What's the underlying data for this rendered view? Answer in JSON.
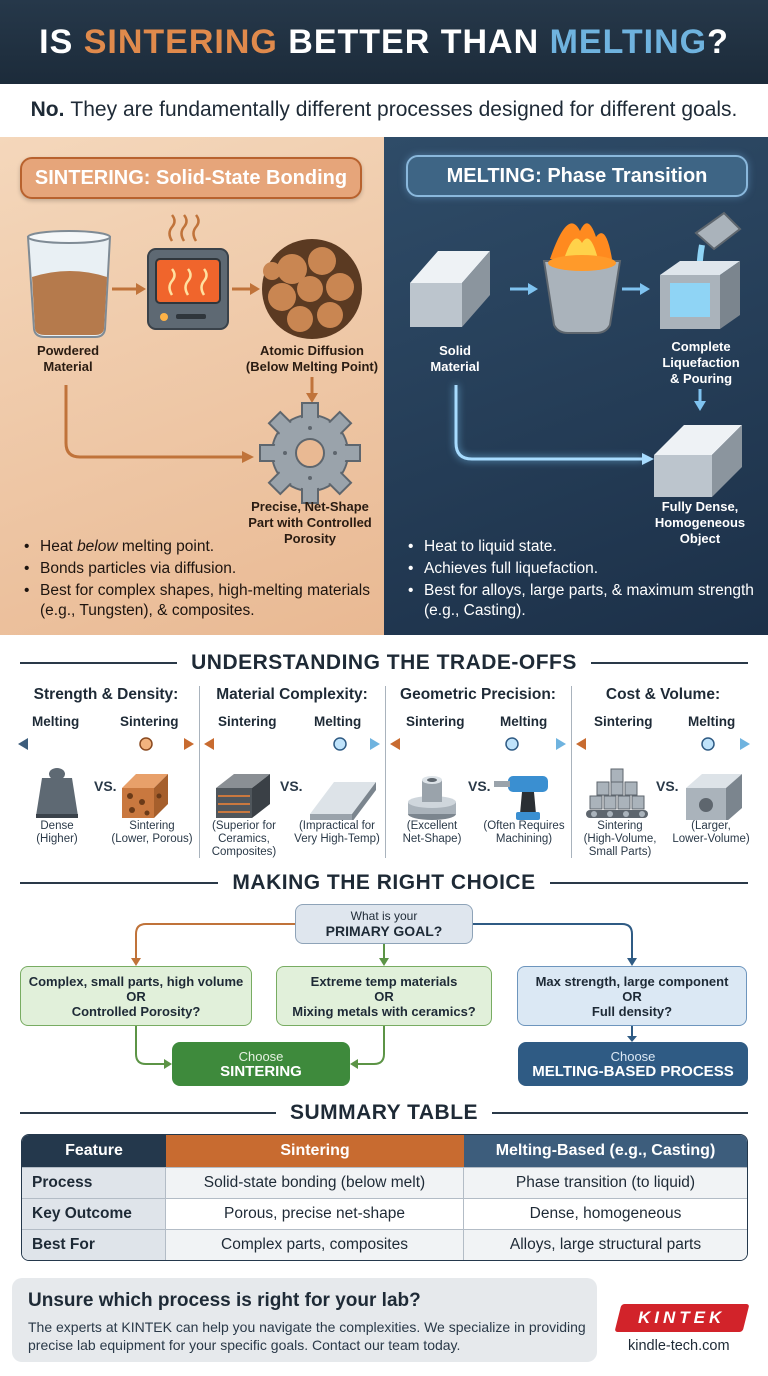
{
  "header": {
    "prefix": "IS ",
    "sintering": "SINTERING",
    "middle": " BETTER THAN ",
    "melting": "MELTING",
    "suffix": "?"
  },
  "answer": {
    "bold": "No.",
    "text": "They are fundamentally different processes designed for different goals."
  },
  "sintering_panel": {
    "title": "SINTERING: Solid-State Bonding",
    "labels": [
      "Powdered\nMaterial",
      "Atomic Diffusion\n(Below Melting Point)",
      "Precise, Net-Shape\nPart with Controlled\nPorosity"
    ],
    "bullets": [
      {
        "pre": "Heat ",
        "em": "below",
        "post": " melting point."
      },
      {
        "pre": "Bonds particles via diffusion.",
        "em": "",
        "post": ""
      },
      {
        "pre": "Best for complex shapes, high-melting materials (e.g., Tungsten), & composites.",
        "em": "",
        "post": ""
      }
    ]
  },
  "melting_panel": {
    "title": "MELTING: Phase Transition",
    "labels": [
      "Solid\nMaterial",
      "Complete\nLiquefaction\n& Pouring",
      "Fully Dense,\nHomogeneous\nObject"
    ],
    "bullets": [
      "Heat to liquid state.",
      "Achieves full liquefaction.",
      "Best for alloys, large parts, & maximum strength (e.g., Casting)."
    ]
  },
  "tradeoffs": {
    "heading": "UNDERSTANDING THE TRADE-OFFS",
    "vs": "VS.",
    "columns": [
      {
        "title": "Strength & Density:",
        "left": "Melting",
        "right": "Sintering",
        "cap_left": "Dense\n(Higher)",
        "cap_right": "Sintering\n(Lower, Porous)"
      },
      {
        "title": "Material Complexity:",
        "left": "Sintering",
        "right": "Melting",
        "cap_left": "(Superior for\nCeramics,\nComposites)",
        "cap_right": "(Impractical for\nVery High-Temp)"
      },
      {
        "title": "Geometric Precision:",
        "left": "Sintering",
        "right": "Melting",
        "cap_left": "(Excellent\nNet-Shape)",
        "cap_right": "(Often Requires\nMachining)"
      },
      {
        "title": "Cost & Volume:",
        "left": "Sintering",
        "right": "Melting",
        "cap_left": "Sintering\n(High-Volume,\nSmall Parts)",
        "cap_right": "(Larger,\nLower-Volume)"
      }
    ]
  },
  "choice": {
    "heading": "MAKING THE RIGHT CHOICE",
    "goal_small": "What is your",
    "goal_big": "PRIMARY GOAL?",
    "options": [
      "Complex, small parts, high volume\nOR\nControlled Porosity?",
      "Extreme temp materials\nOR\nMixing metals with ceramics?",
      "Max strength, large component\nOR\nFull density?"
    ],
    "choose": "Choose",
    "result_sintering": "SINTERING",
    "result_melting": "MELTING-BASED PROCESS"
  },
  "summary": {
    "heading": "SUMMARY TABLE",
    "headers": [
      "Feature",
      "Sintering",
      "Melting-Based (e.g., Casting)"
    ],
    "rows": [
      [
        "Process",
        "Solid-state bonding (below melt)",
        "Phase transition (to liquid)"
      ],
      [
        "Key Outcome",
        "Porous, precise net-shape",
        "Dense, homogeneous"
      ],
      [
        "Best For",
        "Complex parts, composites",
        "Alloys, large structural parts"
      ]
    ]
  },
  "footer": {
    "question": "Unsure which process is right for your lab?",
    "text": "The experts at KINTEK can help you navigate the complexities. We specialize in providing precise lab equipment for your specific goals. Contact our team today.",
    "logo": "KINTEK",
    "site": "kindle-tech.com"
  },
  "colors": {
    "sintering_accent": "#c86b30",
    "melting_accent": "#3d5d7c",
    "header_bg": "#24384c",
    "choice_green": "#3e8a3c"
  },
  "icons": [
    "beaker-powder-icon",
    "furnace-icon",
    "particles-icon",
    "gear-part-icon",
    "metal-block-icon",
    "crucible-flame-icon",
    "pouring-mold-icon",
    "dense-block-icon"
  ]
}
